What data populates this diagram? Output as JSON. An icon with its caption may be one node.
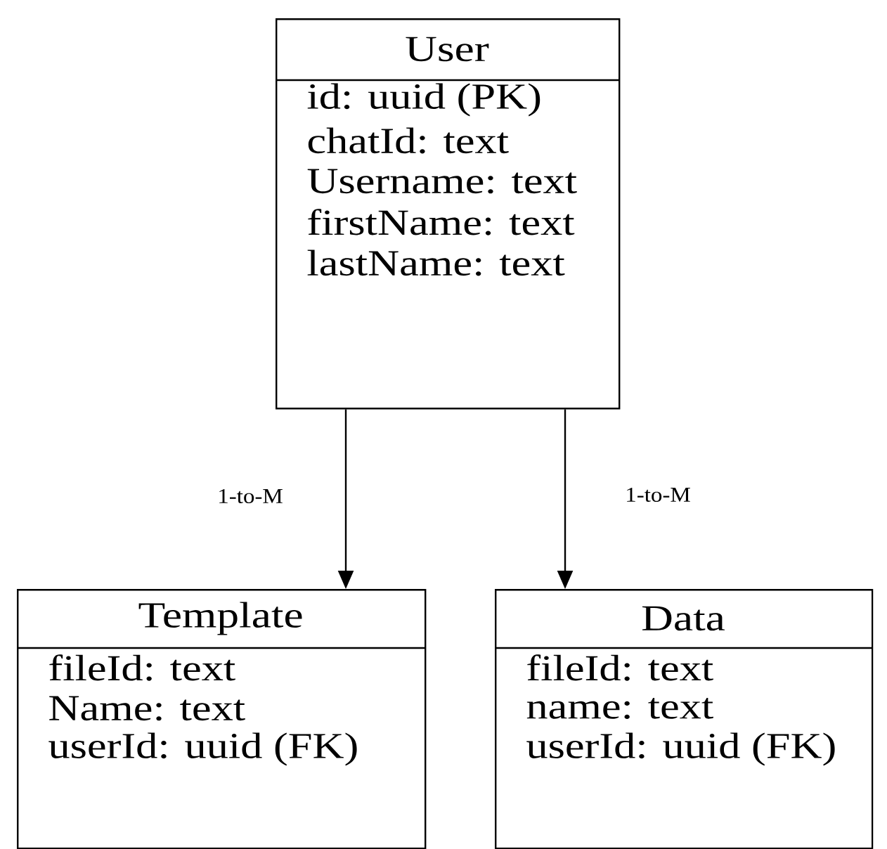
{
  "diagram": {
    "nodes": [
      {
        "text": [
          "User",
          "id: uuid (PK)",
          "chatId: text",
          "Username: text",
          "firstName: text",
          "lastName: text"
        ]
      },
      {
        "text": [
          "Template",
          "fileId: text",
          "Name: text",
          "userId: uuid (FK)"
        ]
      },
      {
        "text": [
          "Data",
          "fileId: text",
          "name: text",
          "userId: uuid (FK)"
        ]
      }
    ],
    "edges": [
      {
        "from": 0,
        "to": 1,
        "arrow": "to",
        "label": "1-to-M"
      },
      {
        "from": 0,
        "to": 2,
        "arrow": "to",
        "label": "1-to-M"
      }
    ]
  }
}
